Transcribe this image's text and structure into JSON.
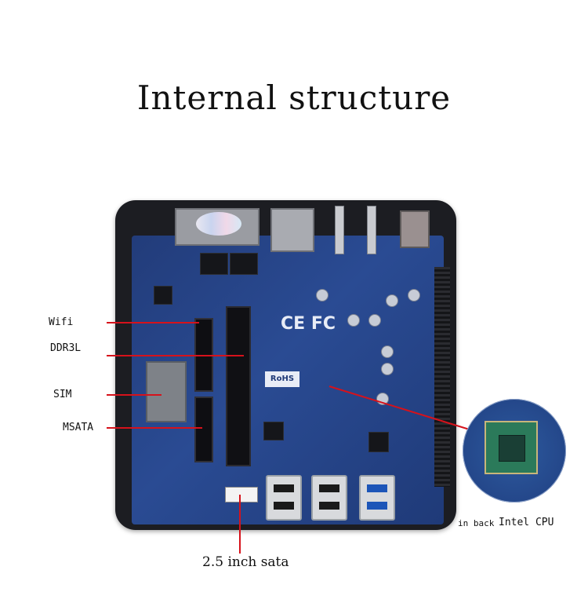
{
  "title": "Internal structure",
  "labels": {
    "wifi": "Wifi",
    "ddr3l": "DDR3L",
    "sim": "SIM",
    "msata": "MSATA",
    "sata": "2.5 inch sata",
    "in_back": "in back",
    "intel_cpu": "Intel CPU"
  },
  "colors": {
    "leader_line": "#d6121b",
    "board": "#2a4b93",
    "case": "#1c1d22"
  },
  "board_marks": {
    "ce": "CE FC",
    "rohs": "RoHS"
  }
}
